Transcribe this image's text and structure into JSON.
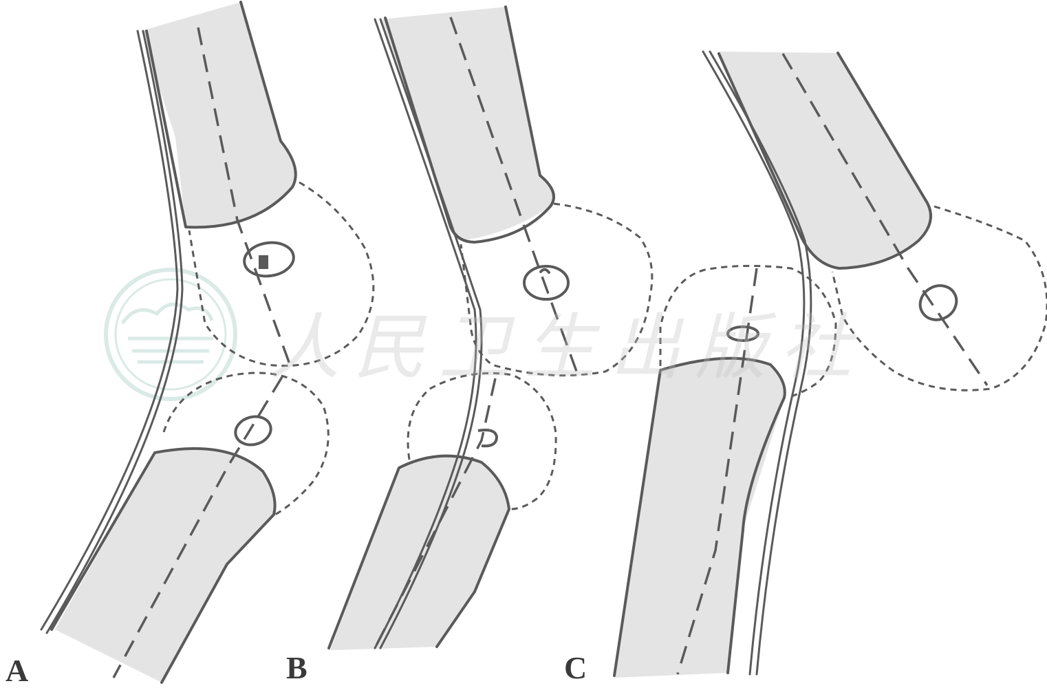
{
  "panels": [
    {
      "id": "A",
      "label": "A"
    },
    {
      "id": "B",
      "label": "B"
    },
    {
      "id": "C",
      "label": "C"
    }
  ],
  "watermark": {
    "text": "人民卫生出版社",
    "emblem": "publisher-emblem"
  },
  "colors": {
    "bone_fill": "#e4e4e4",
    "outline": "#5a5a5a",
    "watermark": "#bcd9d2"
  }
}
